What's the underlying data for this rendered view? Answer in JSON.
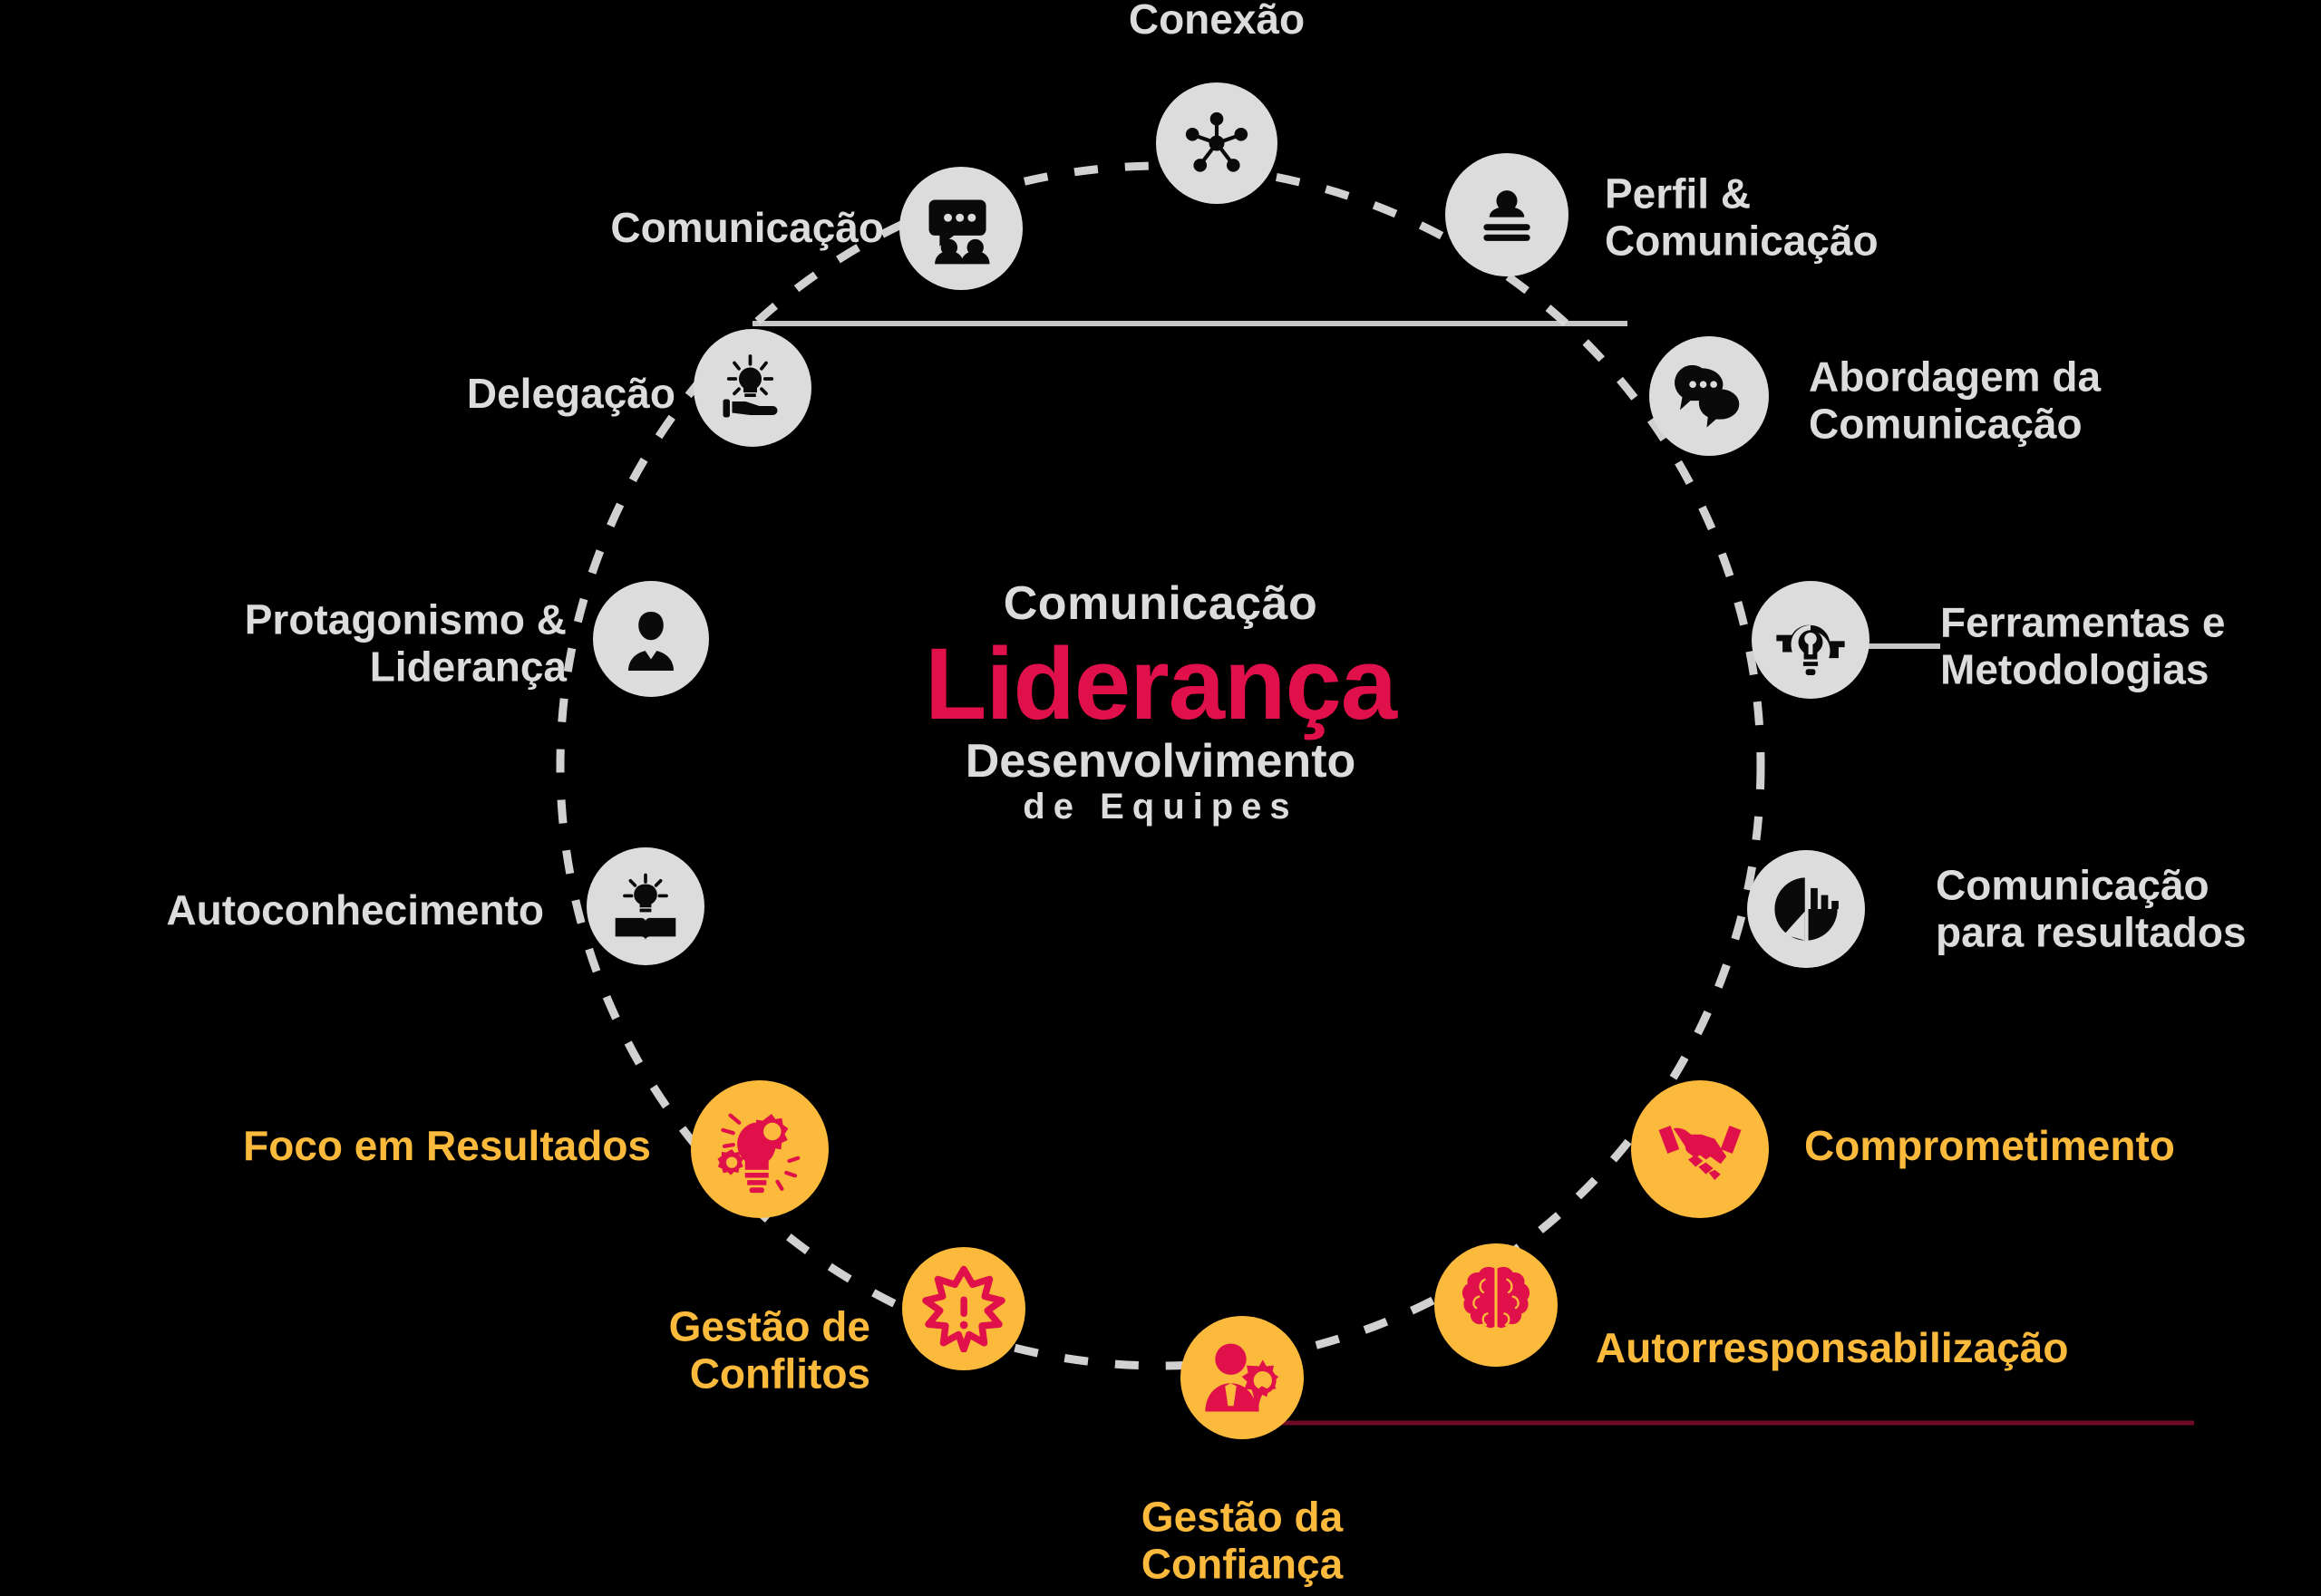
{
  "center": {
    "kicker": "Comunicação",
    "title": "Liderança",
    "subtitle": "Desenvolvimento",
    "subtitle2": "de Equipes"
  },
  "colors": {
    "background": "#000000",
    "gray_bubble": "#dcdcdc",
    "gray_text": "#dcdcdc",
    "yellow": "#fbba3c",
    "crimson": "#e0104a",
    "icon_dark": "#0a0a0a"
  },
  "nodes": [
    {
      "id": "conexao",
      "label": "Conexão",
      "icon": "network-nodes-icon",
      "style": "gray",
      "label_pos": "top",
      "font": 46
    },
    {
      "id": "comunicacao",
      "label": "Comunicação",
      "icon": "chat-people-icon",
      "style": "gray",
      "label_pos": "left",
      "font": 46
    },
    {
      "id": "perfil-comunicacao",
      "label": "Perfil &\nComunicação",
      "icon": "profile-card-icon",
      "style": "gray",
      "label_pos": "right",
      "font": 46
    },
    {
      "id": "delegacao",
      "label": "Delegação",
      "icon": "hand-bulb-icon",
      "style": "gray",
      "label_pos": "left",
      "font": 46
    },
    {
      "id": "abordagem-comunicacao",
      "label": "Abordagem da\nComunicação",
      "icon": "speech-bubbles-icon",
      "style": "gray",
      "label_pos": "right",
      "font": 46
    },
    {
      "id": "protagonismo",
      "label": "Protagonismo &\nLiderança",
      "icon": "person-suit-icon",
      "style": "gray",
      "label_pos": "left",
      "font": 46
    },
    {
      "id": "ferramentas",
      "label": "Ferramentas e\nMetodologias",
      "icon": "gear-bulb-icon",
      "style": "gray",
      "label_pos": "right",
      "font": 46
    },
    {
      "id": "autoconhecimento",
      "label": "Autoconhecimento",
      "icon": "book-bulb-icon",
      "style": "gray",
      "label_pos": "left",
      "font": 46
    },
    {
      "id": "comunicacao-resultados",
      "label": "Comunicação\npara resultados",
      "icon": "pie-chart-icon",
      "style": "gray",
      "label_pos": "right",
      "font": 46
    },
    {
      "id": "foco-resultados",
      "label": "Foco em Resultados",
      "icon": "bulb-gears-icon",
      "style": "yellow",
      "label_pos": "left",
      "font": 46
    },
    {
      "id": "comprometimento",
      "label": "Comprometimento",
      "icon": "handshake-icon",
      "style": "yellow",
      "label_pos": "right",
      "font": 46
    },
    {
      "id": "gestao-conflitos",
      "label": "Gestão de\nConflitos",
      "icon": "burst-alert-icon",
      "style": "yellow",
      "label_pos": "left",
      "font": 46
    },
    {
      "id": "autorresponsabilizacao",
      "label": "Autorresponsabilização",
      "icon": "brain-icon",
      "style": "yellow",
      "label_pos": "right",
      "font": 46
    },
    {
      "id": "gestao-confianca",
      "label": "Gestão da\nConfiança",
      "icon": "person-gear-icon",
      "style": "yellow",
      "label_pos": "bottom",
      "font": 46
    }
  ],
  "chart_data": {
    "type": "diagram",
    "title": "Liderança — Desenvolvimento de Equipes",
    "layout": "radial / circular wheel of 14 competency nodes around a central title",
    "categories": [
      "Conexão",
      "Comunicação",
      "Perfil & Comunicação",
      "Delegação",
      "Abordagem da Comunicação",
      "Protagonismo & Liderança",
      "Ferramentas e Metodologias",
      "Autoconhecimento",
      "Comunicação para resultados",
      "Foco em Resultados",
      "Comprometimento",
      "Gestão de Conflitos",
      "Autorresponsabilização",
      "Gestão da Confiança"
    ],
    "groups": [
      {
        "name": "Gray (upper arc)",
        "color": "#dcdcdc",
        "members": [
          "Conexão",
          "Comunicação",
          "Perfil & Comunicação",
          "Delegação",
          "Abordagem da Comunicação",
          "Protagonismo & Liderança",
          "Ferramentas e Metodologias",
          "Autoconhecimento",
          "Comunicação para resultados"
        ]
      },
      {
        "name": "Yellow (lower arc)",
        "color": "#fbba3c",
        "members": [
          "Foco em Resultados",
          "Comprometimento",
          "Gestão de Conflitos",
          "Autorresponsabilização",
          "Gestão da Confiança"
        ]
      }
    ],
    "legend_position": "none",
    "grid": false
  }
}
